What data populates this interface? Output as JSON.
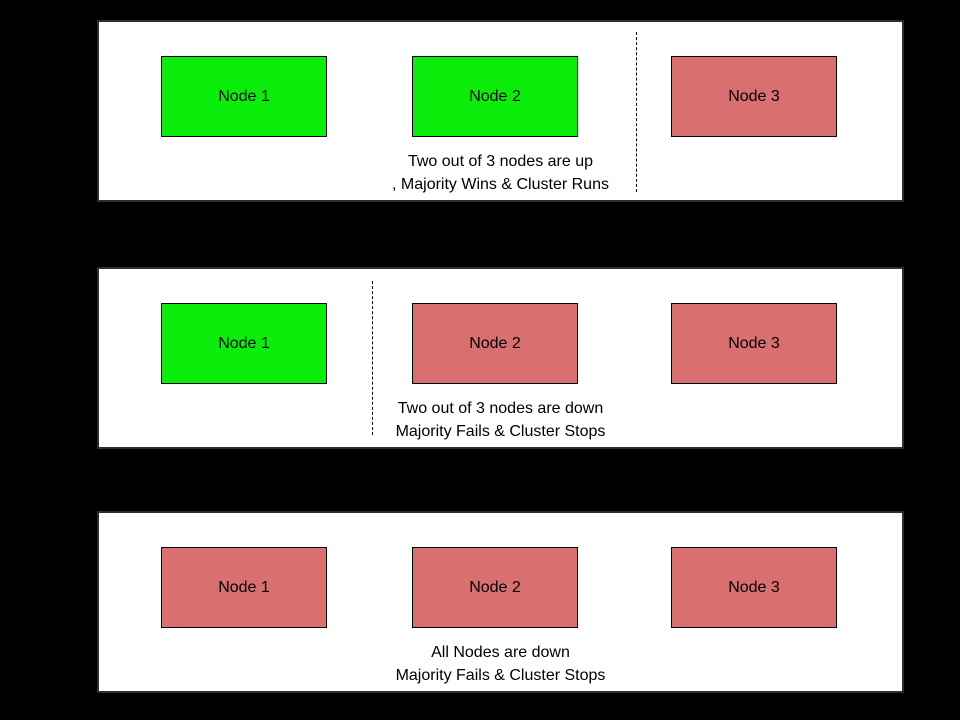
{
  "colors": {
    "background": "#000000",
    "panel_bg": "#ffffff",
    "node_up": "#0bee0b",
    "node_down": "#d96f6f",
    "node_border": "#000000",
    "divider": "#000000",
    "text": "#000000"
  },
  "panels": [
    {
      "id": "two-nodes-up",
      "nodes": [
        {
          "label": "Node 1",
          "status": "up"
        },
        {
          "label": "Node 2",
          "status": "up"
        },
        {
          "label": "Node 3",
          "status": "down"
        }
      ],
      "caption": {
        "line1": "Two out of 3 nodes are up",
        "line2": ", Majority Wins & Cluster Runs"
      },
      "divider_between": "Node 2 and Node 3"
    },
    {
      "id": "two-nodes-down",
      "nodes": [
        {
          "label": "Node 1",
          "status": "up"
        },
        {
          "label": "Node 2",
          "status": "down"
        },
        {
          "label": "Node 3",
          "status": "down"
        }
      ],
      "caption": {
        "line1": "Two out of 3 nodes are down",
        "line2": "Majority Fails & Cluster Stops"
      },
      "divider_between": "Node 1 and Node 2"
    },
    {
      "id": "all-nodes-down",
      "nodes": [
        {
          "label": "Node 1",
          "status": "down"
        },
        {
          "label": "Node 2",
          "status": "down"
        },
        {
          "label": "Node 3",
          "status": "down"
        }
      ],
      "caption": {
        "line1": "All Nodes are down",
        "line2": "Majority Fails & Cluster Stops"
      },
      "divider_between": null
    }
  ]
}
